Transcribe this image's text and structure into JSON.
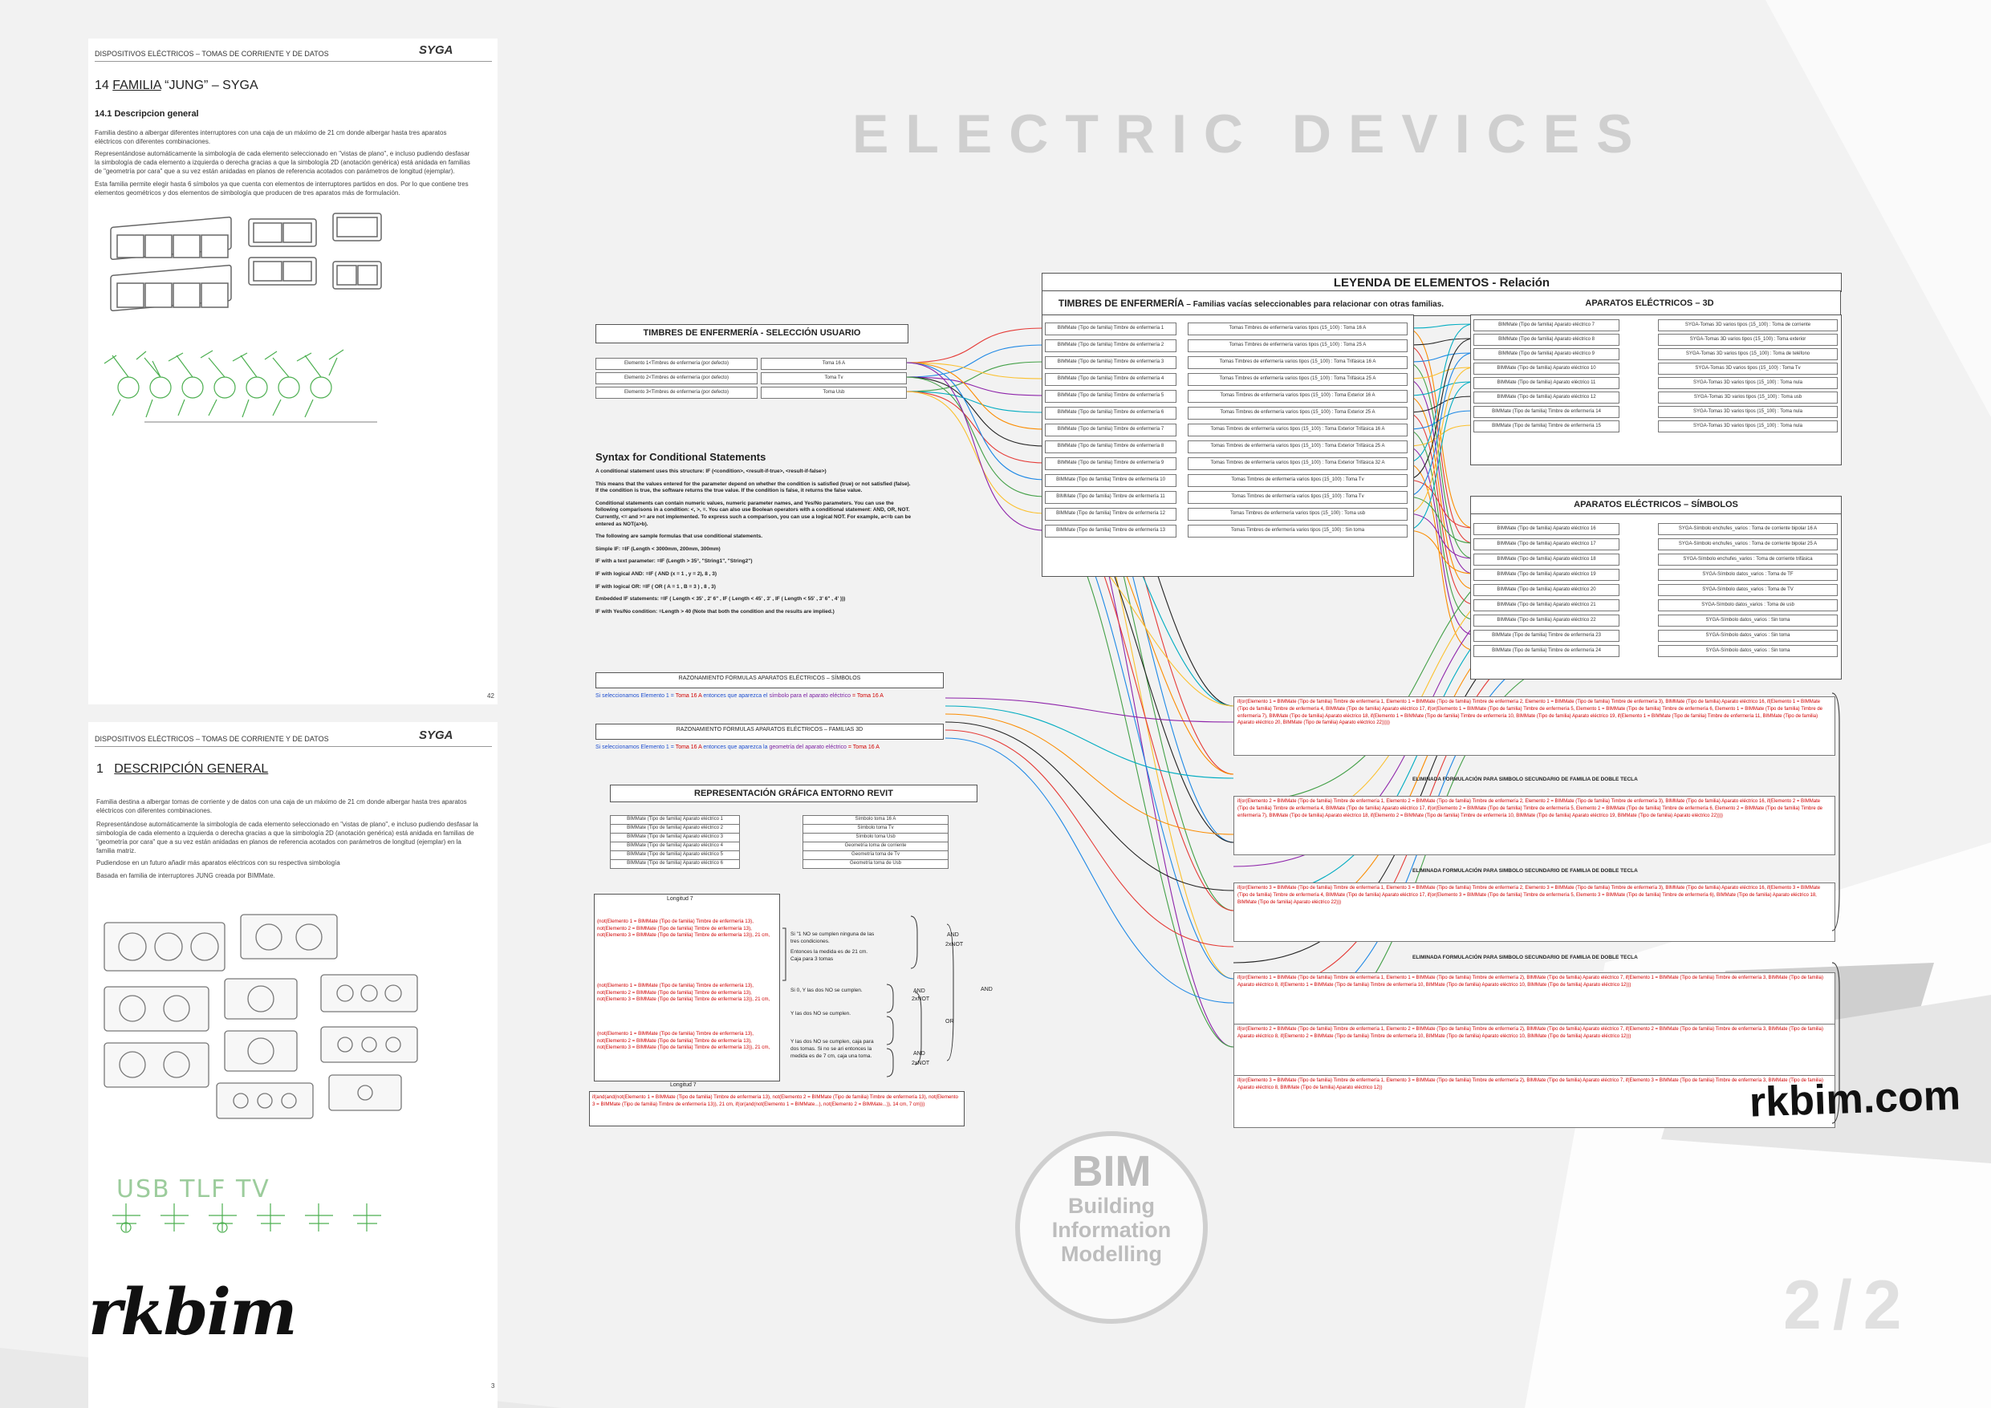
{
  "header_left": "DISPOSITIVOS ELÉCTRICOS – TOMAS DE CORRIENTE Y DE DATOS",
  "syga_logo": "SYGA",
  "section14": {
    "number": "14",
    "title_prefix": "FAMILIA",
    "title": "“JUNG” – SYGA",
    "sub": "14.1 Descripcion general",
    "p1": "Familia destino a albergar diferentes interruptores con una caja de un máximo de 21 cm donde albergar hasta tres aparatos eléctricos con diferentes combinaciones.",
    "p2": "Representándose automáticamente la simbología de cada elemento seleccionado en \"vistas de plano\", e incluso pudiendo desfasar la simbología de cada elemento a izquierda o derecha gracias a que la simbología 2D (anotación genérica) está anidada en familias de \"geometría por cara\" que a su vez están anidadas en planos de referencia acotados con parámetros de longitud (ejemplar).",
    "p3": "Esta familia permite elegir hasta 6 símbolos ya que cuenta con elementos de interruptores partidos en dos. Por lo que contiene tres elementos geométricos y dos elementos de simbología que producen de tres aparatos más de formulación."
  },
  "page_num_1": "42",
  "section1": {
    "number": "1",
    "title": "DESCRIPCIÓN GENERAL",
    "p1": "Familia destina a albergar tomas de corriente y de datos con una caja de un máximo de 21 cm donde albergar hasta tres aparatos eléctricos con diferentes combinaciones.",
    "p2": "Representándose automáticamente la simbología de cada elemento seleccionado en \"vistas de plano\", e incluso pudiendo desfasar la simbología de cada elemento a izquierda o derecha gracias a que la simbología 2D (anotación genérica) está anidada en familias de \"geometría por cara\" que a su vez están anidadas en planos de referencia acotados con parámetros de longitud (ejemplar) en la familia matriz.",
    "p3": "Pudiendose en un futuro añadir más aparatos eléctricos con su respectiva simbología",
    "p4": "Basada en familia de interruptores JUNG creada por BIMMate."
  },
  "page_num_2": "3",
  "symbol_labels": [
    "USB",
    "TLF",
    "TV"
  ],
  "rkbim_signature": "rkbim",
  "main_title": "ELECTRIC DEVICES",
  "legend": {
    "title": "LEYENDA DE ELEMENTOS - Relación",
    "sub_left": "TIMBRES DE ENFERMERÍA",
    "sub_left_rest": " – Familias vacías seleccionables para relacionar con otras familias.",
    "sub_right": "APARATOS ELÉCTRICOS – 3D"
  },
  "timbres_left": [
    "BIMMate (Tipo de familia) Timbre de enfermería 1",
    "BIMMate (Tipo de familia) Timbre de enfermería 2",
    "BIMMate (Tipo de familia) Timbre de enfermería 3",
    "BIMMate (Tipo de familia) Timbre de enfermería 4",
    "BIMMate (Tipo de familia) Timbre de enfermería 5",
    "BIMMate (Tipo de familia) Timbre de enfermería 6",
    "BIMMate (Tipo de familia) Timbre de enfermería 7",
    "BIMMate (Tipo de familia) Timbre de enfermería 8",
    "BIMMate (Tipo de familia) Timbre de enfermería 9",
    "BIMMate (Tipo de familia) Timbre de enfermería 10",
    "BIMMate (Tipo de familia) Timbre de enfermería 11",
    "BIMMate (Tipo de familia) Timbre de enfermería 12",
    "BIMMate (Tipo de familia) Timbre de enfermería 13"
  ],
  "timbres_right": [
    "Tomas Timbres de enfermería varios tipos (15_100) : Toma 16 A",
    "Tomas Timbres de enfermería varios tipos (15_100) : Toma 25 A",
    "Tomas Timbres de enfermería varios tipos (15_100) : Toma Trifásica 16 A",
    "Tomas Timbres de enfermería varios tipos (15_100) : Toma Trifásica 25 A",
    "Tomas Timbres de enfermería varios tipos (15_100) : Toma Exterior 16 A",
    "Tomas Timbres de enfermería varios tipos (15_100) : Toma Exterior 25 A",
    "Tomas Timbres de enfermería varios tipos (15_100) : Toma Exterior Trifásica 16 A",
    "Tomas Timbres de enfermería varios tipos (15_100) : Toma Exterior Trifásica 25 A",
    "Tomas Timbres de enfermería varios tipos (15_100) : Toma Exterior Trifásica 32 A",
    "Tomas Timbres de enfermería varios tipos (15_100) : Toma Tv",
    "Tomas Timbres de enfermería varios tipos (15_100) : Toma Tv",
    "Tomas Timbres de enfermería varios tipos (15_100) : Toma usb",
    "Tomas Timbres de enfermería varios tipos (15_100) : Sin toma"
  ],
  "aparatos3d_left": [
    "BIMMate (Tipo de familia) Aparato eléctrico 7",
    "BIMMate (Tipo de familia) Aparato eléctrico 8",
    "BIMMate (Tipo de familia) Aparato eléctrico 9",
    "BIMMate (Tipo de familia) Aparato eléctrico 10",
    "BIMMate (Tipo de familia) Aparato eléctrico 11",
    "BIMMate (Tipo de familia) Aparato eléctrico 12",
    "BIMMate (Tipo de familia) Timbre de enfermería 14",
    "BIMMate (Tipo de familia) Timbre de enfermería 15"
  ],
  "aparatos3d_right": [
    "SYGA-Tomas 3D varios tipos (15_100) : Toma de corriente",
    "SYGA-Tomas 3D varios tipos (15_100) : Toma exterior",
    "SYGA-Tomas 3D varios tipos (15_100) : Toma de teléfono",
    "SYGA-Tomas 3D varios tipos (15_100) : Toma Tv",
    "SYGA-Tomas 3D varios tipos (15_100) : Toma nula",
    "SYGA-Tomas 3D varios tipos (15_100) : Toma usb",
    "SYGA-Tomas 3D varios tipos (15_100) : Toma nula",
    "SYGA-Tomas 3D varios tipos (15_100) : Toma nula"
  ],
  "simbolos": {
    "title": "APARATOS ELÉCTRICOS – SÍMBOLOS",
    "left": [
      "BIMMate (Tipo de familia) Aparato eléctrico 16",
      "BIMMate (Tipo de familia) Aparato eléctrico 17",
      "BIMMate (Tipo de familia) Aparato eléctrico 18",
      "BIMMate (Tipo de familia) Aparato eléctrico 19",
      "BIMMate (Tipo de familia) Aparato eléctrico 20",
      "BIMMate (Tipo de familia) Aparato eléctrico 21",
      "BIMMate (Tipo de familia) Aparato eléctrico 22",
      "BIMMate (Tipo de familia) Timbre de enfermería 23",
      "BIMMate (Tipo de familia) Timbre de enfermería 24"
    ],
    "right": [
      "SYGA-Símbolo enchufes_varios : Toma de corriente bipolar 16 A",
      "SYGA-Símbolo enchufes_varios : Toma de corriente bipolar 25 A",
      "SYGA-Símbolo enchufes_varios : Toma de corriente trifásica",
      "SYGA-Símbolo datos_varios : Toma de TF",
      "SYGA-Símbolo datos_varios : Toma de TV",
      "SYGA-Símbolo datos_varios : Toma de usb",
      "SYGA-Símbolo datos_varios : Sin toma",
      "SYGA-Símbolo datos_varios : Sin toma",
      "SYGA-Símbolo datos_varios : Sin toma"
    ]
  },
  "seleccion": {
    "title": "TIMBRES DE ENFERMERÍA - SELECCIÓN USUARIO",
    "rows": [
      [
        "Elemento 1<Timbres de enfermería (por defecto)",
        "Toma 16 A"
      ],
      [
        "Elemento 2<Timbres de enfermería (por defecto)",
        "Toma Tv"
      ],
      [
        "Elemento 3<Timbres de enfermería (por defecto)",
        "Toma Usb"
      ]
    ]
  },
  "syntax": {
    "title": "Syntax for Conditional Statements",
    "lines": [
      "A conditional statement uses this structure: IF (<condition>, <result-if-true>, <result-if-false>)",
      "This means that the values entered for the parameter depend on whether the condition is satisfied (true) or not satisfied (false). If the condition is true, the software returns the true value. If the condition is false, it returns the false value.",
      "Conditional statements can contain numeric values, numeric parameter names, and Yes/No parameters. You can use the following comparisons in a condition: <, >, =. You can also use Boolean operators with a conditional statement: AND, OR, NOT. Currently, <= and >= are not implemented. To express such a comparison, you can use a logical NOT. For example, a<=b can be entered as NOT(a>b).",
      "The following are sample formulas that use conditional statements.",
      "Simple IF: =IF (Length < 3000mm, 200mm, 300mm)",
      "IF with a text parameter: =IF (Length > 35°, \"String1\", \"String2\")",
      "IF with logical AND: =IF ( AND (x = 1 , y = 2), 8 , 3)",
      "IF with logical OR: =IF ( OR ( A = 1 , B = 3 ) , 8 , 3)",
      "Embedded IF statements: =IF ( Length < 35' , 2' 6\" , IF ( Length < 45' , 3' , IF ( Length < 55' , 3' 6\" , 4' )))",
      "IF with Yes/No condition: =Length > 40 (Note that both the condition and the results are implied.)"
    ]
  },
  "razon1": {
    "title": "RAZONAMIENTO FÓRMULAS APARATOS ELÉCTRICOS – SÍMBOLOS",
    "text_a": "Si seleccionamos Elemento 1 = ",
    "text_b": "Toma 16 A",
    "text_c": " entonces que aparezca el ",
    "text_d": "símbolo para el aparato eléctrico",
    "text_e": " = Toma 16 A"
  },
  "razon2": {
    "title": "RAZONAMIENTO FÓRMULAS APARATOS ELÉCTRICOS – FAMILIAS 3D",
    "text_a": "Si seleccionamos Elemento 1 = ",
    "text_b": "Toma 16 A",
    "text_c": " entonces que aparezca la ",
    "text_d": "geometría del aparato eléctrico",
    "text_e": " = Toma 16 A"
  },
  "revit": {
    "title": "REPRESENTACIÓN GRÁFICA ENTORNO REVIT",
    "rows": [
      [
        "BIMMate (Tipo de familia) Aparato eléctrico 1",
        "Símbolo toma 16 A"
      ],
      [
        "BIMMate (Tipo de familia) Aparato eléctrico 2",
        "Símbolo toma Tv"
      ],
      [
        "BIMMate (Tipo de familia) Aparato eléctrico 3",
        "Símbolo toma Usb"
      ],
      [
        "BIMMate (Tipo de familia) Aparato eléctrico 4",
        "Geometría toma de corriente"
      ],
      [
        "BIMMate (Tipo de familia) Aparato eléctrico 5",
        "Geometría toma de Tv"
      ],
      [
        "BIMMate (Tipo de familia) Aparato eléctrico 6",
        "Geometría toma de Usb"
      ]
    ]
  },
  "logic": {
    "box_title": "Longitud 7",
    "box2_title": "Longitud 7",
    "c1": "Si \"1 NO se cumplen ninguna de las tres condiciones.",
    "c1b": "Entonces la medida es de 21 cm. Caja para 3 tomas",
    "c2": "Si 0, Y las dos NO se cumplen.",
    "c3": "Y las dos NO se cumplen.",
    "c4": "Y las dos NO se cumplen, caja para dos tomas. Si no se ari entonces la medida es de 7 cm, caja una toma.",
    "and1": "AND",
    "x2not1": "2xNOT",
    "and2": "AND",
    "x2not2": "2xNOT",
    "or": "OR",
    "and3": "AND",
    "x2not3": "2xNOT",
    "and_outer": "AND",
    "formula_line": "(not(Elemento 1 = BIMMate (Tipo de familia) Timbre de enfermería 13), not(Elemento 2 = BIMMate (Tipo de familia) Timbre de enfermería 13), not(Elemento 3 = BIMMate (Tipo de familia) Timbre de enfermería 13)), 21 cm,",
    "bottom_formula": "if(and(and(not(Elemento 1 = BIMMate (Tipo de familia) Timbre de enfermería 13), not(Elemento 2 = BIMMate (Tipo de familia) Timbre de enfermería 13), not(Elemento 3 = BIMMate (Tipo de familia) Timbre de enfermería 13)), 21 cm, if(or(and(not(Elemento 1 = BIMMate...), not(Elemento 2 = BIMMate...)), 14 cm, 7 cm)))"
  },
  "formulas": {
    "f1": "if(or(Elemento 1 = BIMMate (Tipo de familia) Timbre de enfermería 1, Elemento 1 = BIMMate (Tipo de familia) Timbre de enfermería 2, Elemento 1 = BIMMate (Tipo de familia) Timbre de enfermería 3), BIMMate (Tipo de familia) Aparato eléctrico 16, if(Elemento 1 = BIMMate (Tipo de familia) Timbre de enfermería 4, BIMMate (Tipo de familia) Aparato eléctrico 17, if(or(Elemento 1 = BIMMate (Tipo de familia) Timbre de enfermería 5, Elemento 1 = BIMMate (Tipo de familia) Timbre de enfermería 6, Elemento 1 = BIMMate (Tipo de familia) Timbre de enfermería 7), BIMMate (Tipo de familia) Aparato eléctrico 18, if(Elemento 1 = BIMMate (Tipo de familia) Timbre de enfermería 10, BIMMate (Tipo de familia) Aparato eléctrico 19, if(Elemento 1 = BIMMate (Tipo de familia) Timbre de enfermería 11, BIMMate (Tipo de familia) Aparato eléctrico 20, BIMMate (Tipo de familia) Aparato eléctrico 22)))))",
    "caption1": "ELIMINADA FORMULACIÓN PARA SIMBOLO SECUNDARIO DE FAMILIA DE DOBLE TECLA",
    "f2": "if(or(Elemento 2 = BIMMate (Tipo de familia) Timbre de enfermería 1, Elemento 2 = BIMMate (Tipo de familia) Timbre de enfermería 2, Elemento 2 = BIMMate (Tipo de familia) Timbre de enfermería 3), BIMMate (Tipo de familia) Aparato eléctrico 16, if(Elemento 2 = BIMMate (Tipo de familia) Timbre de enfermería 4, BIMMate (Tipo de familia) Aparato eléctrico 17, if(or(Elemento 2 = BIMMate (Tipo de familia) Timbre de enfermería 5, Elemento 2 = BIMMate (Tipo de familia) Timbre de enfermería 6, Elemento 2 = BIMMate (Tipo de familia) Timbre de enfermería 7), BIMMate (Tipo de familia) Aparato eléctrico 18, if(Elemento 2 = BIMMate (Tipo de familia) Timbre de enfermería 10, BIMMate (Tipo de familia) Aparato eléctrico 19, BIMMate (Tipo de familia) Aparato eléctrico 22))))",
    "caption2": "ELIMINADA FORMULACIÓN PARA SIMBOLO SECUNDARIO DE FAMILIA DE DOBLE TECLA",
    "f3": "if(or(Elemento 3 = BIMMate (Tipo de familia) Timbre de enfermería 1, Elemento 3 = BIMMate (Tipo de familia) Timbre de enfermería 2, Elemento 3 = BIMMate (Tipo de familia) Timbre de enfermería 3), BIMMate (Tipo de familia) Aparato eléctrico 16, if(Elemento 3 = BIMMate (Tipo de familia) Timbre de enfermería 4, BIMMate (Tipo de familia) Aparato eléctrico 17, if(or(Elemento 3 = BIMMate (Tipo de familia) Timbre de enfermería 5, Elemento 3 = BIMMate (Tipo de familia) Timbre de enfermería 6), BIMMate (Tipo de familia) Aparato eléctrico 18, BIMMate (Tipo de familia) Aparato eléctrico 22)))",
    "caption3": "ELIMINADA FORMULACIÓN PARA SIMBOLO SECUNDARIO DE FAMILIA DE DOBLE TECLA",
    "f4": "if(or(Elemento 1 = BIMMate (Tipo de familia) Timbre de enfermería 1, Elemento 1 = BIMMate (Tipo de familia) Timbre de enfermería 2), BIMMate (Tipo de familia) Aparato eléctrico 7, if(Elemento 1 = BIMMate (Tipo de familia) Timbre de enfermería 3, BIMMate (Tipo de familia) Aparato eléctrico 8, if(Elemento 1 = BIMMate (Tipo de familia) Timbre de enfermería 10, BIMMate (Tipo de familia) Aparato eléctrico 10, BIMMate (Tipo de familia) Aparato eléctrico 12)))",
    "f5": "if(or(Elemento 2 = BIMMate (Tipo de familia) Timbre de enfermería 1, Elemento 2 = BIMMate (Tipo de familia) Timbre de enfermería 2), BIMMate (Tipo de familia) Aparato eléctrico 7, if(Elemento 2 = BIMMate (Tipo de familia) Timbre de enfermería 3, BIMMate (Tipo de familia) Aparato eléctrico 8, if(Elemento 2 = BIMMate (Tipo de familia) Timbre de enfermería 10, BIMMate (Tipo de familia) Aparato eléctrico 10, BIMMate (Tipo de familia) Aparato eléctrico 12)))",
    "f6": "if(or(Elemento 3 = BIMMate (Tipo de familia) Timbre de enfermería 1, Elemento 3 = BIMMate (Tipo de familia) Timbre de enfermería 2), BIMMate (Tipo de familia) Aparato eléctrico 7, if(Elemento 3 = BIMMate (Tipo de familia) Timbre de enfermería 3, BIMMate (Tipo de familia) Aparato eléctrico 8, BIMMate (Tipo de familia) Aparato eléctrico 12))"
  },
  "bim_badge": {
    "big": "BIM",
    "line1": "Building",
    "line2": "Information",
    "line3": "Modelling"
  },
  "rkbim_com": "rkbim.com",
  "page_counter": "2/2",
  "colors": {
    "red": "#d00000",
    "blue": "#1f4fd0",
    "wire_colors": [
      "#e53935",
      "#1e88e5",
      "#43a047",
      "#fbc02d",
      "#8e24aa",
      "#00acc1",
      "#fb8c00",
      "#222222"
    ]
  }
}
